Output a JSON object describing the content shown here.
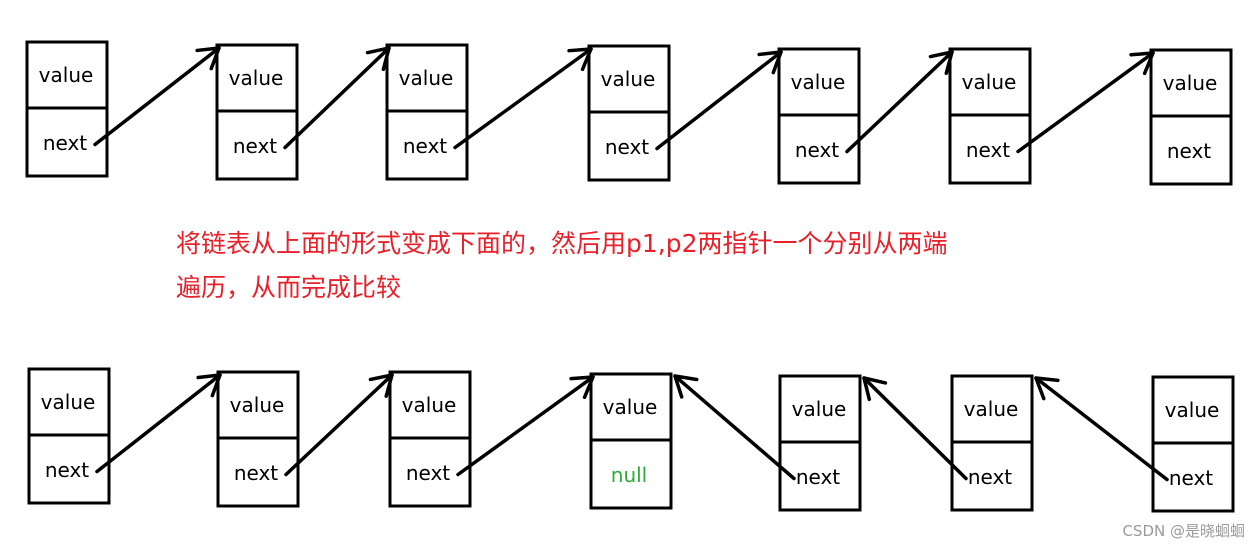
{
  "top_list": {
    "nodes": [
      {
        "value_label": "value",
        "next_label": "next"
      },
      {
        "value_label": "value",
        "next_label": "next"
      },
      {
        "value_label": "value",
        "next_label": "next"
      },
      {
        "value_label": "value",
        "next_label": "next"
      },
      {
        "value_label": "value",
        "next_label": "next"
      },
      {
        "value_label": "value",
        "next_label": "next"
      },
      {
        "value_label": "value",
        "next_label": "next"
      }
    ],
    "links": [
      [
        0,
        1
      ],
      [
        1,
        2
      ],
      [
        2,
        3
      ],
      [
        3,
        4
      ],
      [
        4,
        5
      ],
      [
        5,
        6
      ]
    ]
  },
  "caption": {
    "line1": "将链表从上面的形式变成下面的，然后用p1,p2两指针一个分别从两端",
    "line2": "遍历，从而完成比较",
    "color": "#e8202a"
  },
  "bottom_list": {
    "nodes": [
      {
        "value_label": "value",
        "next_label": "next"
      },
      {
        "value_label": "value",
        "next_label": "next"
      },
      {
        "value_label": "value",
        "next_label": "next"
      },
      {
        "value_label": "value",
        "next_label": "null"
      },
      {
        "value_label": "value",
        "next_label": "next"
      },
      {
        "value_label": "value",
        "next_label": "next"
      },
      {
        "value_label": "value",
        "next_label": "next"
      }
    ],
    "links": [
      [
        0,
        1
      ],
      [
        1,
        2
      ],
      [
        2,
        3
      ],
      [
        4,
        3
      ],
      [
        5,
        4
      ],
      [
        6,
        5
      ]
    ],
    "null_color": "#2eaa3a"
  },
  "watermark": "CSDN @是晓蛔蛔"
}
